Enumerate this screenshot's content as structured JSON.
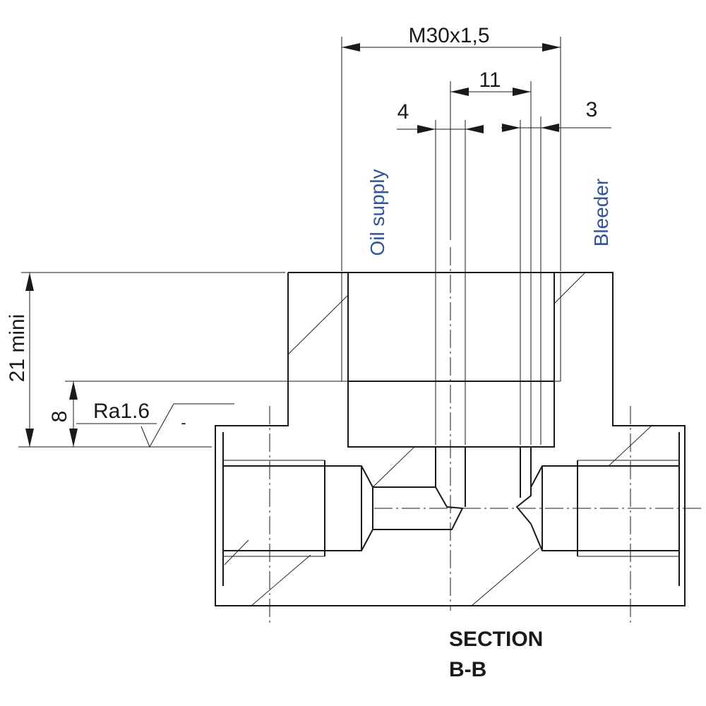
{
  "dimensions": {
    "thread": "M30x1,5",
    "spacing": "11",
    "left_offset": "4",
    "right_offset": "3",
    "height_total": "21 mini",
    "height_step": "8"
  },
  "surface_finish": "Ra1.6",
  "surface_mark": "-",
  "labels": {
    "oil_supply": "Oil supply",
    "bleeder": "Bleeder"
  },
  "section": {
    "line1": "SECTION",
    "line2": "B-B"
  },
  "colors": {
    "line": "#1a1a1a",
    "label_blue": "#2e55a4"
  }
}
